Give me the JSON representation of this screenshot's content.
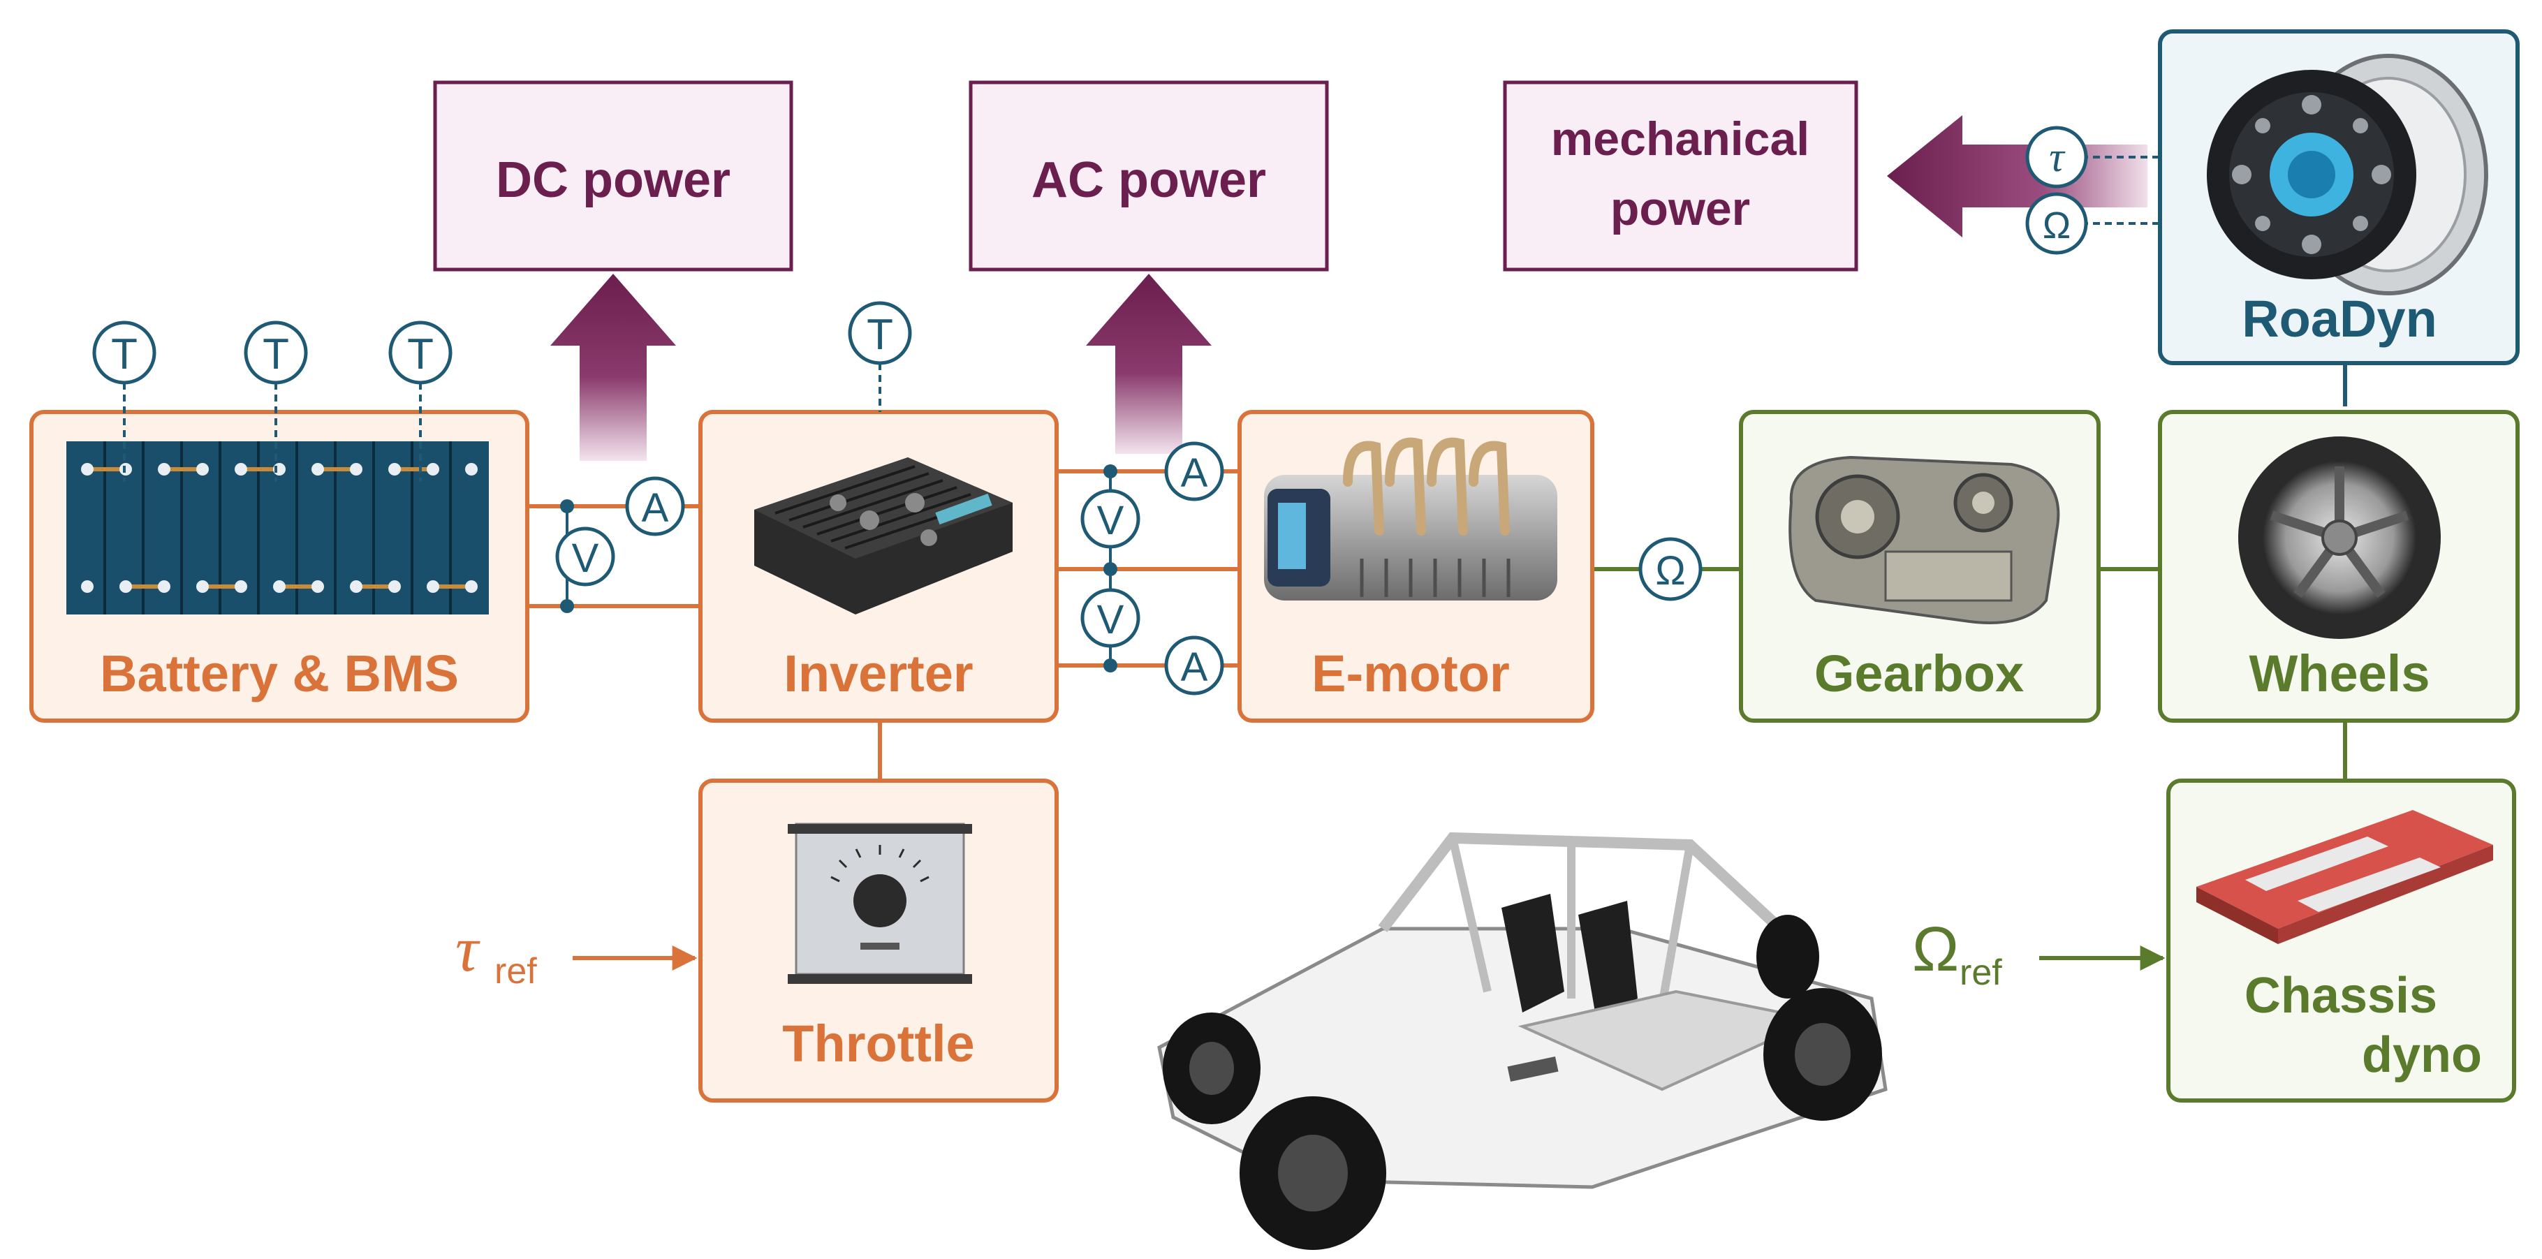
{
  "colors": {
    "orange": "#d9733a",
    "orange_fill": "#fdf1e8",
    "purple": "#6b1f4e",
    "purple_fill": "#f9eef5",
    "green": "#5a7a2c",
    "green_fill": "#f6f9ef",
    "blue": "#1f5a75",
    "blue_fill": "#eef5f9"
  },
  "boxes": {
    "dc_power": "DC power",
    "ac_power": "AC power",
    "mechanical_power_1": "mechanical",
    "mechanical_power_2": "power",
    "battery": "Battery & BMS",
    "inverter": "Inverter",
    "emotor": "E-motor",
    "gearbox": "Gearbox",
    "wheels": "Wheels",
    "roadyn": "RoaDyn",
    "throttle": "Throttle",
    "chassis_1": "Chassis",
    "chassis_2": "dyno"
  },
  "sensors": {
    "temperature": "T",
    "voltage": "V",
    "current": "A",
    "speed": "Ω",
    "torque": "τ"
  },
  "inputs": {
    "torque_ref_symbol": "τ",
    "speed_ref_symbol": "Ω",
    "ref_subscript": "ref"
  },
  "icons": {
    "battery": "battery-pack-icon",
    "inverter": "inverter-unit-icon",
    "emotor": "electric-motor-icon",
    "gearbox": "gearbox-icon",
    "wheel": "wheel-icon",
    "roadyn": "roadyn-sensor-hub-icon",
    "throttle": "throttle-dial-icon",
    "chassis": "chassis-dyno-platform-icon",
    "vehicle": "go-kart-vehicle-icon"
  }
}
